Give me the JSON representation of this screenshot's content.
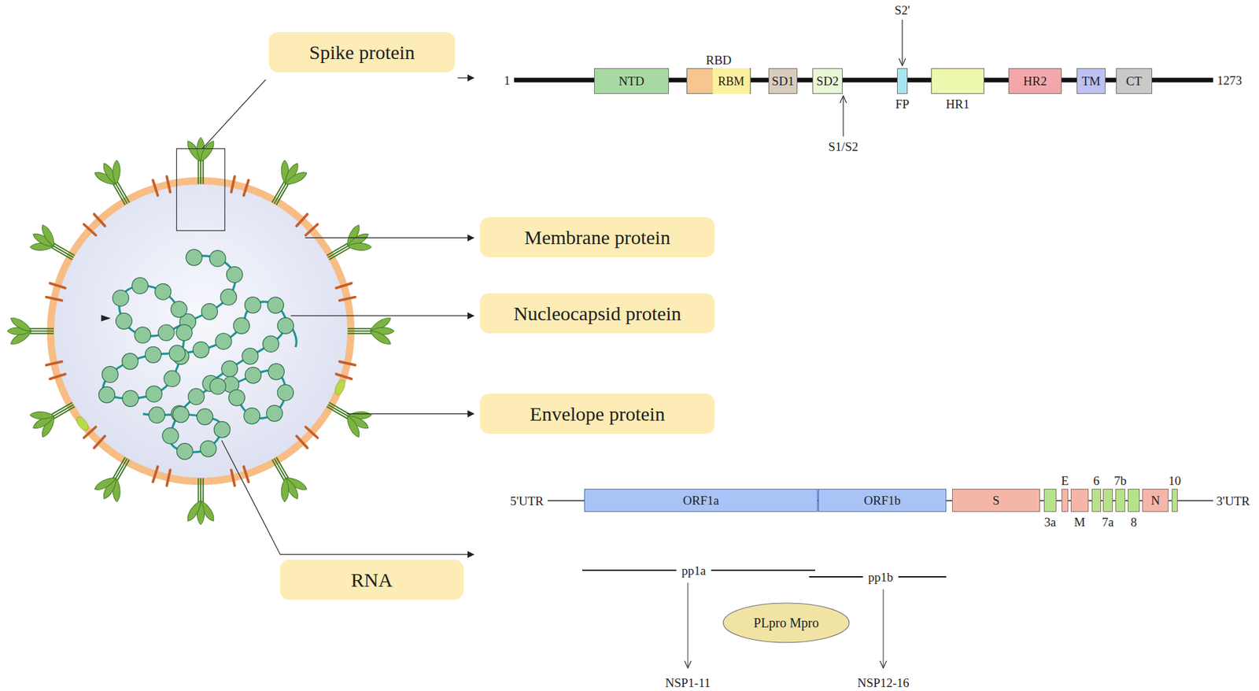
{
  "diagram": {
    "nodes": [
      {
        "text": [
          "Spike protein"
        ]
      },
      {
        "text": [
          "NTD"
        ]
      },
      {
        "text": [
          "RBD"
        ]
      },
      {
        "text": [
          "RBM"
        ],
        "in": 2
      },
      {
        "text": [
          "SD1"
        ]
      },
      {
        "text": [
          "SD2"
        ]
      },
      {
        "text": [
          "FP"
        ]
      },
      {
        "text": [
          "HR1"
        ]
      },
      {
        "text": [
          "HR2"
        ]
      },
      {
        "text": [
          "TM"
        ]
      },
      {
        "text": [
          "CT"
        ]
      },
      {
        "text": [
          "Membrane protein"
        ]
      },
      {
        "text": [
          "Nucleocapsid protein"
        ]
      },
      {
        "text": [
          "Envelope protein"
        ]
      },
      {
        "text": [
          "ORF1a"
        ]
      },
      {
        "text": [
          "ORF1b"
        ]
      },
      {
        "text": [
          "S"
        ]
      },
      {
        "text": [
          "3a"
        ]
      },
      {
        "text": [
          "E"
        ]
      },
      {
        "text": [
          "M"
        ]
      },
      {
        "text": [
          "6"
        ]
      },
      {
        "text": [
          "7a"
        ]
      },
      {
        "text": [
          "7b"
        ]
      },
      {
        "text": [
          "8"
        ]
      },
      {
        "text": [
          "N"
        ]
      },
      {
        "text": [
          "10"
        ]
      },
      {
        "text": [
          "RNA"
        ]
      },
      {
        "text": [
          "PLpro Mpro"
        ]
      }
    ],
    "labels": [
      "1",
      "1273",
      "S2'",
      "S1/S2",
      "5'UTR",
      "3'UTR",
      "pp1a",
      "pp1b",
      "NSP1-11",
      "NSP12-16"
    ]
  }
}
